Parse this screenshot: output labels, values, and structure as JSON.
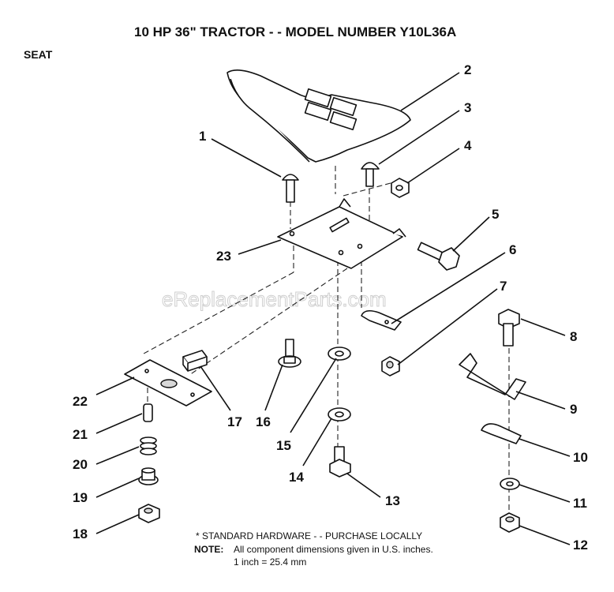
{
  "header": {
    "title": "10 HP 36\" TRACTOR - - MODEL NUMBER Y10L36A",
    "section": "SEAT"
  },
  "watermark": "eReplacementParts.com",
  "callouts": [
    "1",
    "2",
    "3",
    "4",
    "5",
    "6",
    "7",
    "8",
    "9",
    "10",
    "11",
    "12",
    "13",
    "14",
    "15",
    "16",
    "17",
    "18",
    "19",
    "20",
    "21",
    "22",
    "23"
  ],
  "footer": {
    "standard_hardware": "* STANDARD HARDWARE - - PURCHASE LOCALLY",
    "note_label": "NOTE:",
    "note_text": "All component dimensions given in U.S. inches.",
    "conversion": "1 inch = 25.4 mm"
  }
}
